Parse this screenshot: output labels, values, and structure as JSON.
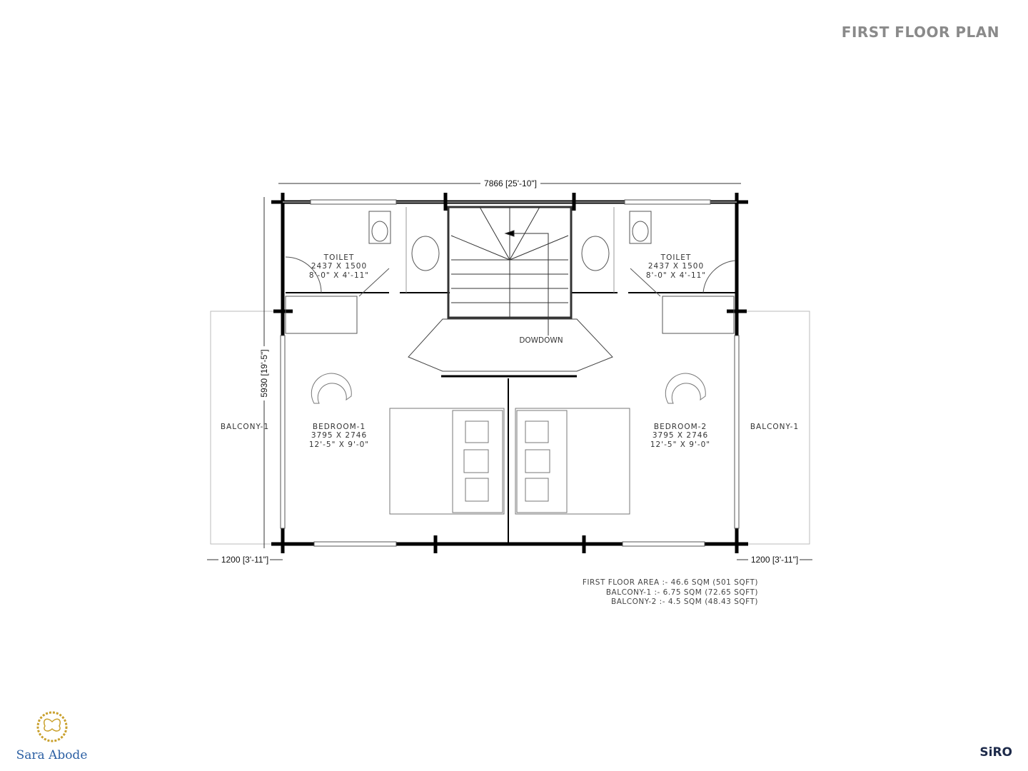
{
  "header": {
    "title": "FIRST FLOOR PLAN"
  },
  "plan": {
    "dim_width": "7866 [25'-10\"]",
    "dim_height": "5930 [19'-5\"]",
    "dim_balcony_left": "1200 [3'-11\"]",
    "dim_balcony_right": "1200 [3'-11\"]",
    "rooms": [
      {
        "name": "TOILET",
        "size": "2437 X 1500",
        "imperial": "8'-0\" X 4'-11\""
      },
      {
        "name": "TOILET",
        "size": "2437 X 1500",
        "imperial": "8'-0\" X 4'-11\""
      },
      {
        "name": "BEDROOM-1",
        "size": "3795 X 2746",
        "imperial": "12'-5\" X 9'-0\""
      },
      {
        "name": "BEDROOM-2",
        "size": "3795 X 2746",
        "imperial": "12'-5\" X 9'-0\""
      }
    ],
    "balcony_left": "BALCONY-1",
    "balcony_right": "BALCONY-1",
    "stair_label": "DOWDOWN"
  },
  "areas": [
    "FIRST FLOOR AREA :- 46.6 SQM (501 SQFT)",
    "BALCONY-1 :- 6.75 SQM (72.65 SQFT)",
    "BALCONY-2 :- 4.5 SQM (48.43 SQFT)"
  ],
  "footer": {
    "brand": "Sara Abode",
    "logo_right": "SiRO"
  },
  "colors": {
    "title": "#8a8a8a",
    "brand_blue": "#2b5fa3",
    "gold": "#c9a02c"
  }
}
